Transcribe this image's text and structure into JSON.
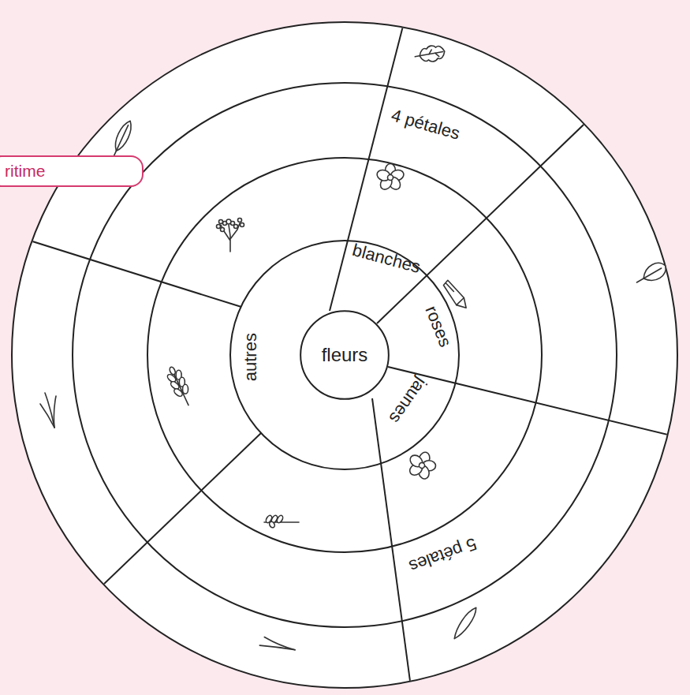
{
  "diagram": {
    "nodes": [
      {
        "text": [
          "fleurs"
        ]
      },
      {
        "text": [
          "blanches"
        ]
      },
      {
        "text": [
          "roses"
        ]
      },
      {
        "text": [
          "jaunes"
        ]
      },
      {
        "text": [
          "autres"
        ]
      },
      {
        "text": [
          "4 pétales"
        ]
      },
      {
        "text": [
          "5 pétales"
        ]
      },
      {
        "text": [
          "ritime"
        ]
      }
    ]
  }
}
